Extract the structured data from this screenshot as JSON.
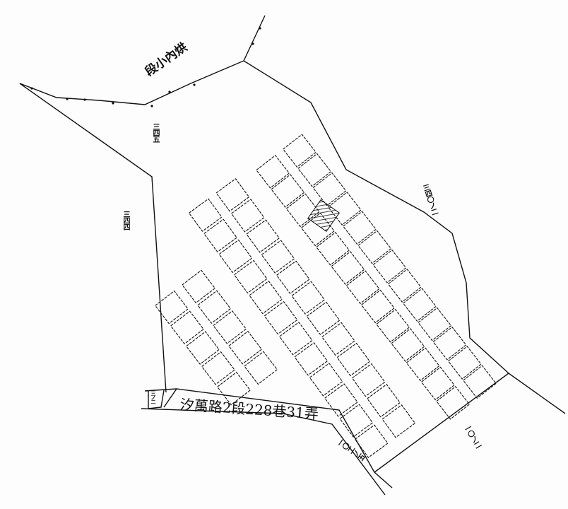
{
  "map": {
    "section_name": "烘內小段",
    "road_name": "汐萬路2段228巷31弄",
    "lot_labels": {
      "top_left": "三四五",
      "left": "三四四",
      "right": "三四〇ノ二",
      "bottom": "一〇二ノ五",
      "bottom_right": "一〇ノ二",
      "road_corner": "三ノ二"
    },
    "colors": {
      "ink": "#111111",
      "paper": "#fdfdfd"
    }
  }
}
